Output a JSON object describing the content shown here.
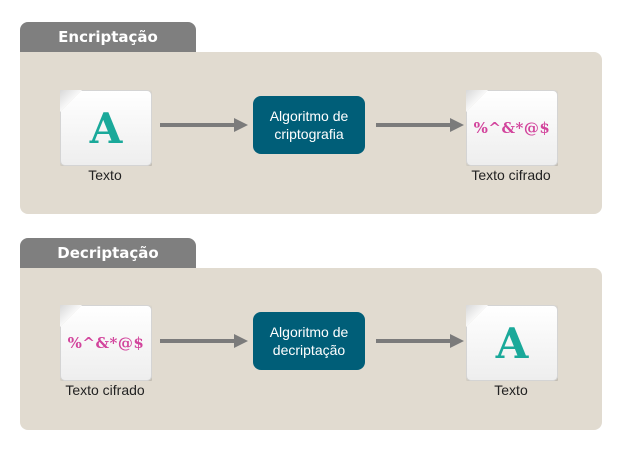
{
  "encryption": {
    "title": "Encriptação",
    "input_doc": {
      "content": "A",
      "label": "Texto"
    },
    "algorithm": {
      "line1": "Algoritmo de",
      "line2": "criptografia"
    },
    "output_doc": {
      "content": "%^&*@$",
      "label": "Texto cifrado"
    }
  },
  "decryption": {
    "title": "Decriptação",
    "input_doc": {
      "content": "%^&*@$",
      "label": "Texto cifrado"
    },
    "algorithm": {
      "line1": "Algoritmo de",
      "line2": "decriptação"
    },
    "output_doc": {
      "content": "A",
      "label": "Texto"
    }
  },
  "colors": {
    "tab": "#7f7f7f",
    "panel": "#e1dbd0",
    "algorithm_box": "#005e78",
    "arrow": "#7b7b7b",
    "plain_letter": "#1aa99a",
    "cipher_text": "#d2449c"
  }
}
